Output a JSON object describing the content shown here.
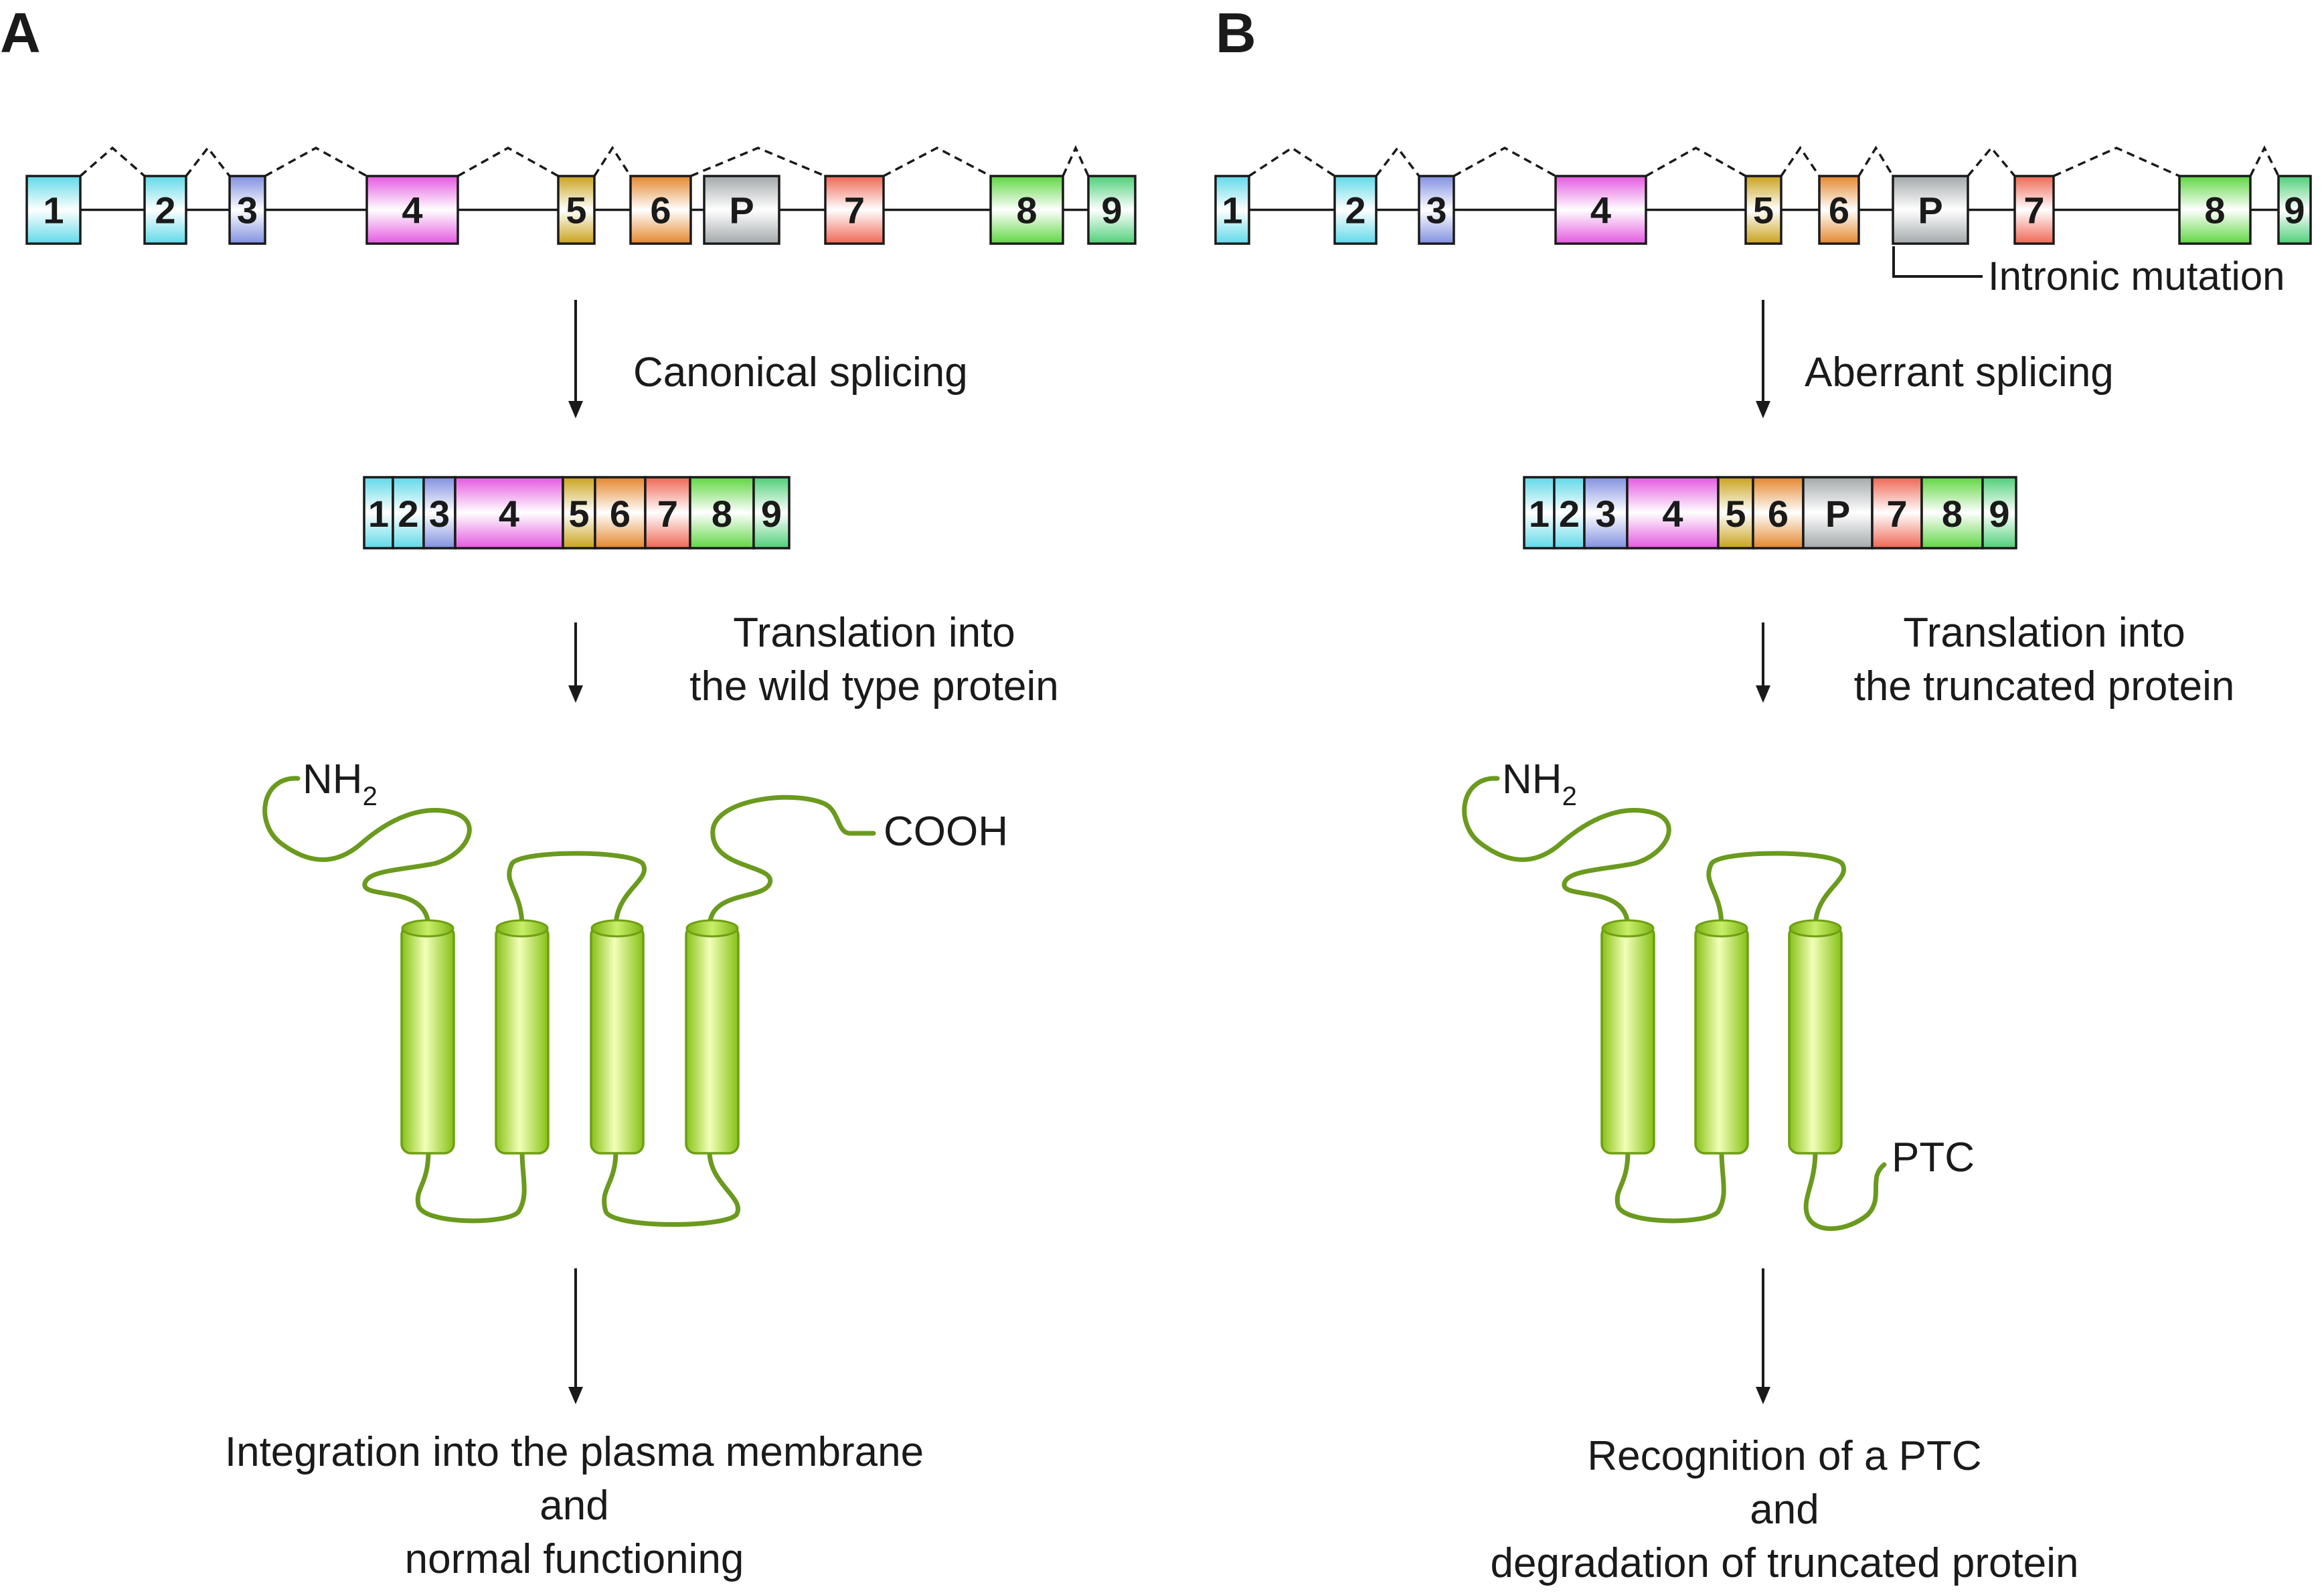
{
  "colors": {
    "ex1": "#5fd9e8",
    "ex2": "#5fd9e8",
    "ex3": "#8190e0",
    "ex4": "#e458e0",
    "ex5": "#c9a21b",
    "ex6": "#e4862c",
    "exP": "#a3a8aa",
    "ex7": "#ef6653",
    "ex8": "#5fd642",
    "ex9": "#4fcf78",
    "protein": "#6a9a1e",
    "helix": "#9ad41e"
  },
  "panel_a": {
    "letter": "A",
    "exons": [
      "1",
      "2",
      "3",
      "4",
      "5",
      "6",
      "P",
      "7",
      "8",
      "9"
    ],
    "step1": "Canonical splicing",
    "transcript": [
      "1",
      "2",
      "3",
      "4",
      "5",
      "6",
      "7",
      "8",
      "9"
    ],
    "step2_line1": "Translation into",
    "step2_line2": "the wild type protein",
    "n_term": "NH",
    "n_term_sub": "2",
    "c_term": "COOH",
    "outcome_line1": "Integration into the plasma membrane",
    "outcome_line2": "and",
    "outcome_line3": "normal functioning"
  },
  "panel_b": {
    "letter": "B",
    "exons": [
      "1",
      "2",
      "3",
      "4",
      "5",
      "6",
      "P",
      "7",
      "8",
      "9"
    ],
    "mutation_label": "Intronic mutation",
    "step1": "Aberrant splicing",
    "transcript": [
      "1",
      "2",
      "3",
      "4",
      "5",
      "6",
      "P",
      "7",
      "8",
      "9"
    ],
    "step2_line1": "Translation into",
    "step2_line2": "the truncated protein",
    "n_term": "NH",
    "n_term_sub": "2",
    "c_term": "PTC",
    "outcome_line1": "Recognition of a PTC",
    "outcome_line2": "and",
    "outcome_line3": "degradation of truncated protein"
  }
}
